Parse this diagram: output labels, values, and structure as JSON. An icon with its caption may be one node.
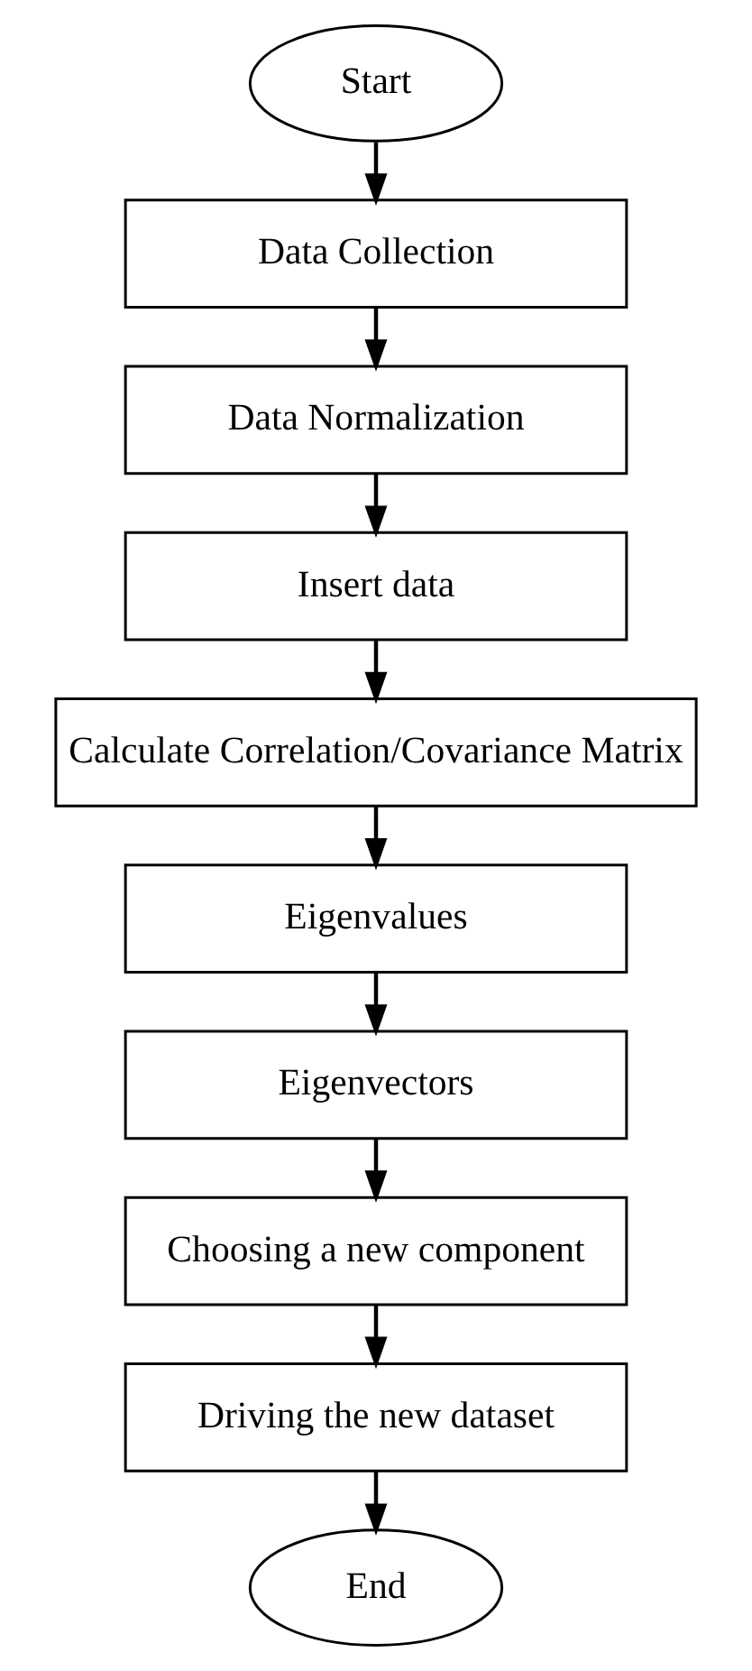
{
  "diagram": {
    "nodes": [
      {
        "text": [
          "Start"
        ]
      },
      {
        "text": [
          "Data Collection"
        ]
      },
      {
        "text": [
          "Data Normalization"
        ]
      },
      {
        "text": [
          "Insert data"
        ]
      },
      {
        "text": [
          "Calculate Correlation/Covariance Matrix"
        ]
      },
      {
        "text": [
          "Eigenvalues"
        ]
      },
      {
        "text": [
          "Eigenvectors"
        ]
      },
      {
        "text": [
          "Choosing a new component"
        ]
      },
      {
        "text": [
          "Driving the new dataset"
        ]
      },
      {
        "text": [
          "End"
        ]
      }
    ],
    "edges": [
      {
        "from": 0,
        "to": 1,
        "arrow": "to"
      },
      {
        "from": 1,
        "to": 2,
        "arrow": "to"
      },
      {
        "from": 2,
        "to": 3,
        "arrow": "to"
      },
      {
        "from": 3,
        "to": 4,
        "arrow": "to"
      },
      {
        "from": 4,
        "to": 5,
        "arrow": "to"
      },
      {
        "from": 5,
        "to": 6,
        "arrow": "to"
      },
      {
        "from": 6,
        "to": 7,
        "arrow": "to"
      },
      {
        "from": 7,
        "to": 8,
        "arrow": "to"
      },
      {
        "from": 8,
        "to": 9,
        "arrow": "to"
      }
    ]
  }
}
